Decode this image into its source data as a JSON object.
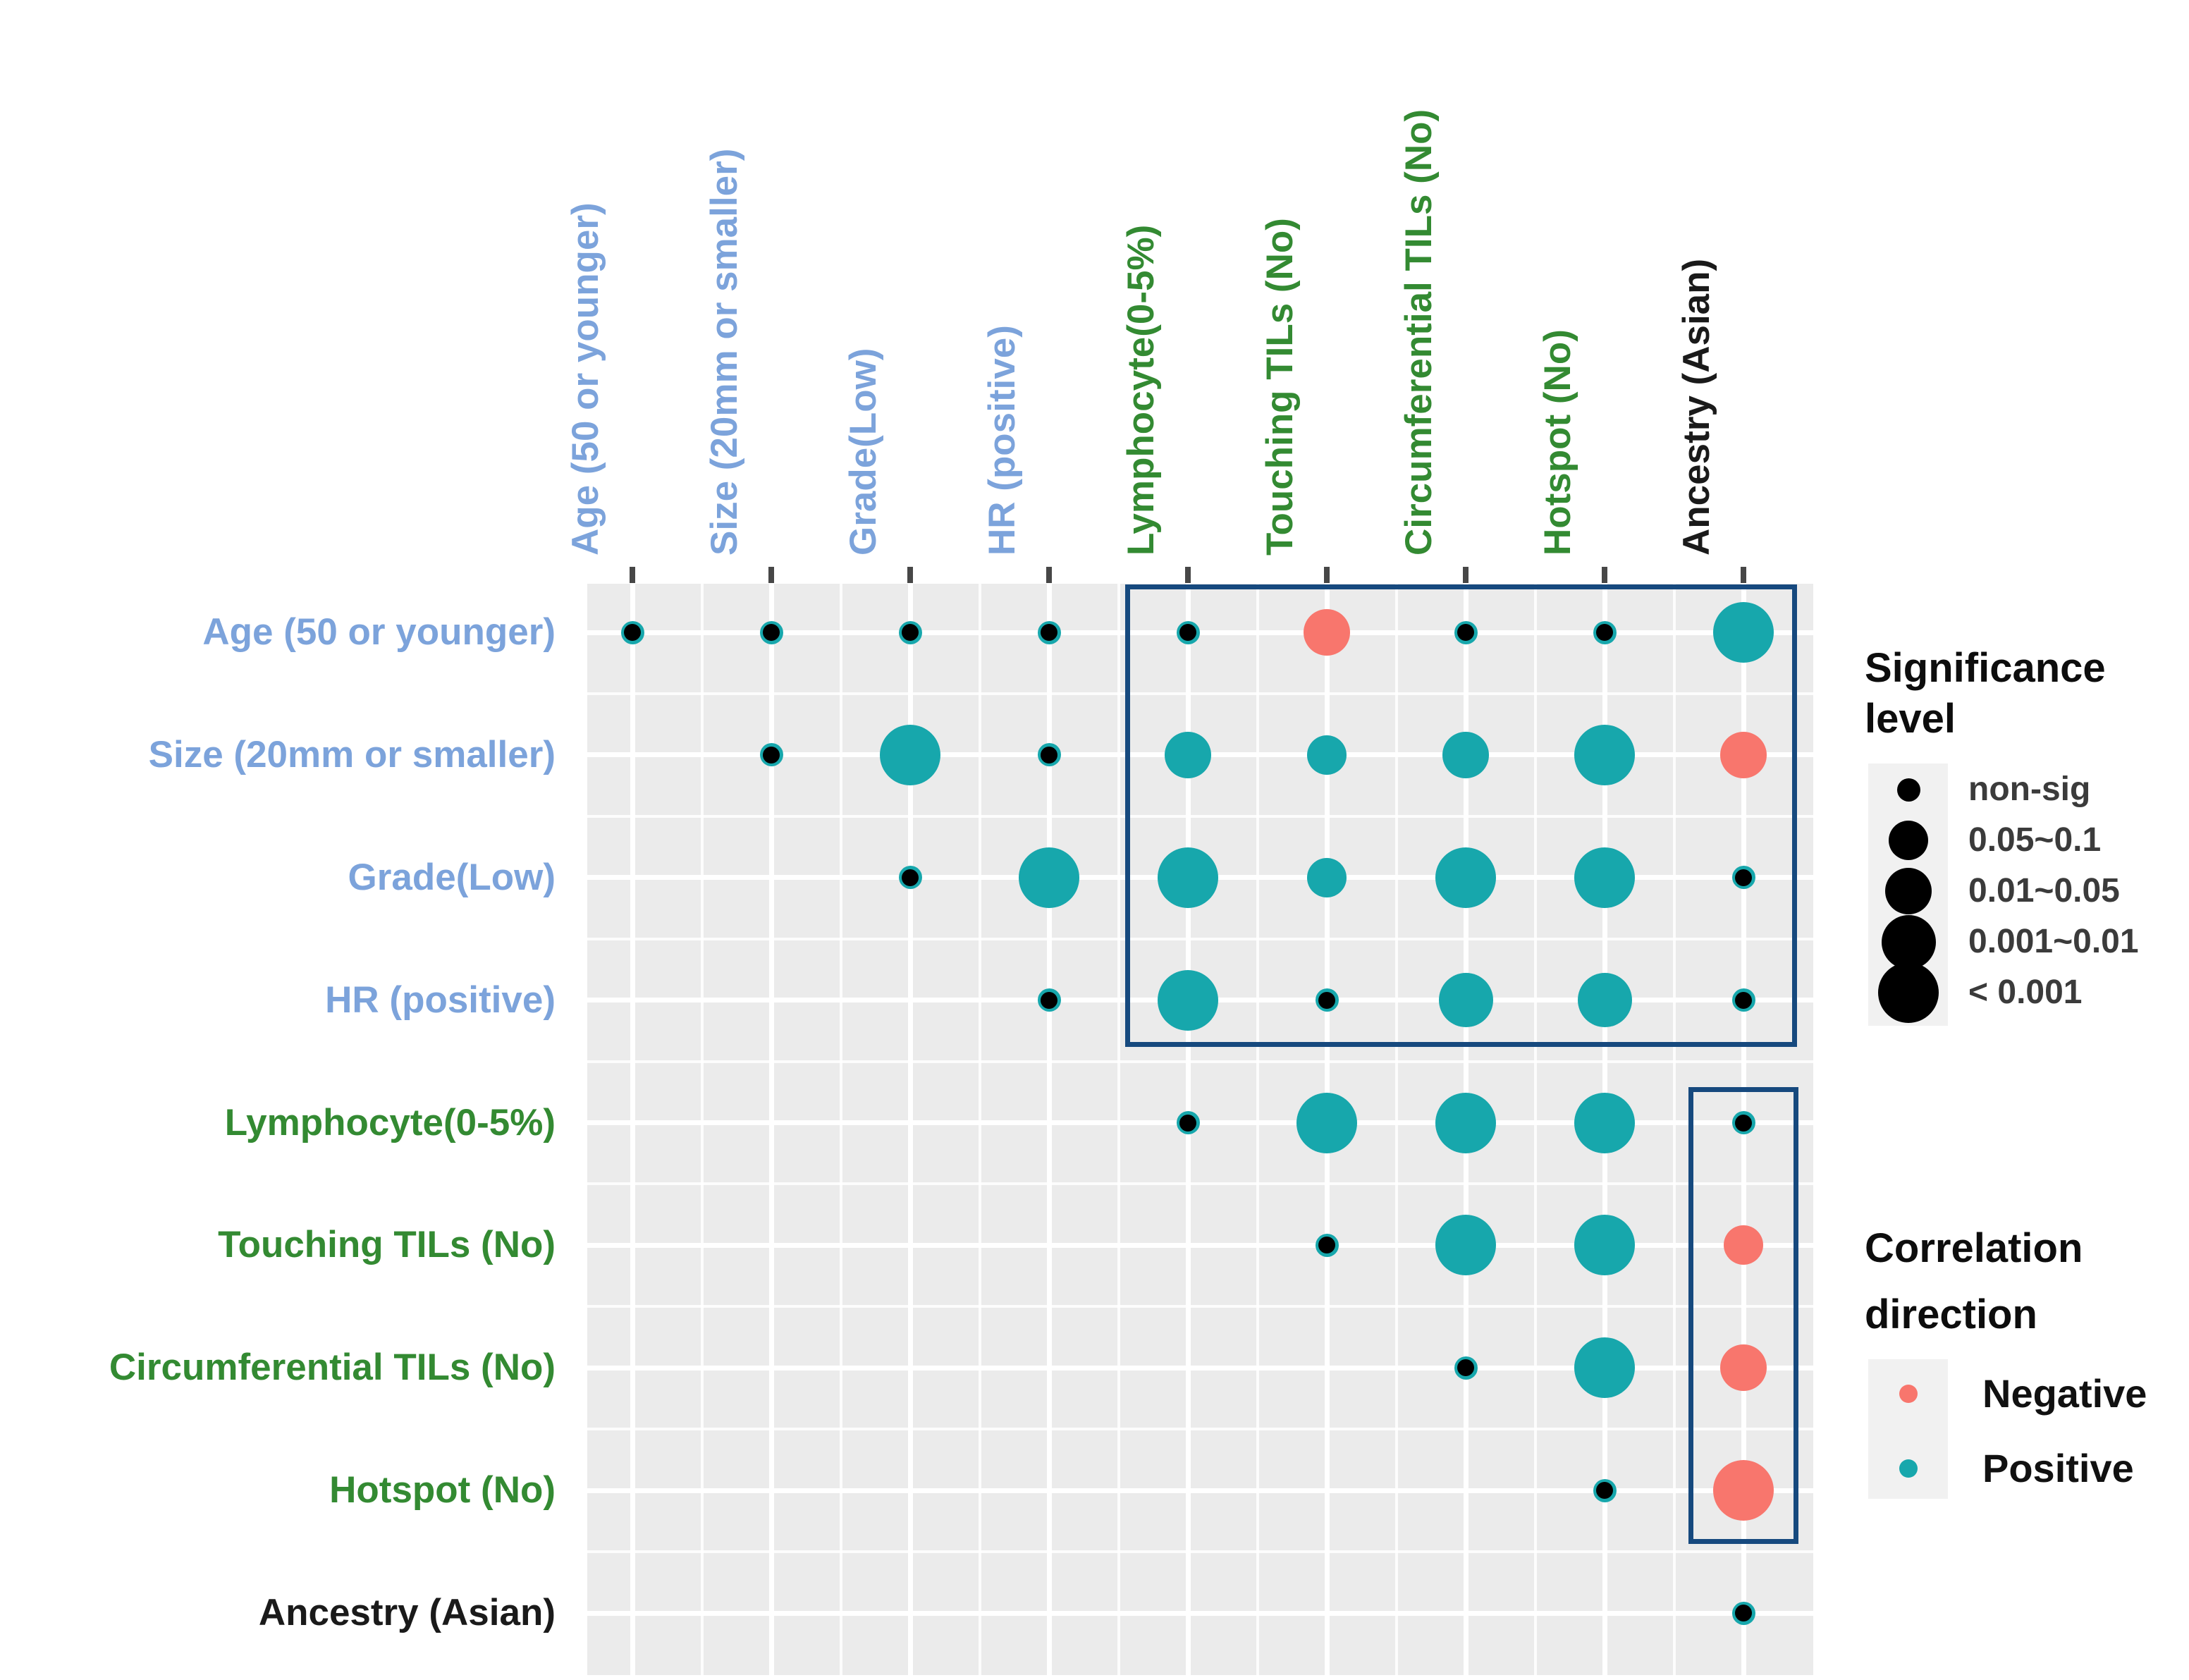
{
  "chart_data": {
    "type": "correlation-matrix",
    "description": "Bubble correlation matrix; dot size encodes significance level, dot color encodes correlation direction",
    "variables": [
      {
        "label": "Age (50 or younger)",
        "group": "clinical"
      },
      {
        "label": "Size (20mm or smaller)",
        "group": "clinical"
      },
      {
        "label": "Grade(Low)",
        "group": "clinical"
      },
      {
        "label": "HR (positive)",
        "group": "clinical"
      },
      {
        "label": "Lymphocyte(0-5%)",
        "group": "pathology"
      },
      {
        "label": "Touching TILs (No)",
        "group": "pathology"
      },
      {
        "label": "Circumferential TILs (No)",
        "group": "pathology"
      },
      {
        "label": "Hotspot (No)",
        "group": "pathology"
      },
      {
        "label": "Ancestry (Asian)",
        "group": "ancestry"
      }
    ],
    "group_colors": {
      "clinical": "#7CA3DB",
      "pathology": "#338A32",
      "ancestry": "#1A1A1A"
    },
    "significance_levels": [
      "non-sig",
      "0.05~0.1",
      "0.01~0.05",
      "0.001~0.01",
      "< 0.001"
    ],
    "cells": [
      {
        "row": 1,
        "col": 1,
        "sig": "non-sig",
        "direction": null
      },
      {
        "row": 1,
        "col": 2,
        "sig": "non-sig",
        "direction": null
      },
      {
        "row": 1,
        "col": 3,
        "sig": "non-sig",
        "direction": null
      },
      {
        "row": 1,
        "col": 4,
        "sig": "non-sig",
        "direction": null
      },
      {
        "row": 1,
        "col": 5,
        "sig": "non-sig",
        "direction": null
      },
      {
        "row": 1,
        "col": 6,
        "sig": "0.01~0.05",
        "direction": "negative"
      },
      {
        "row": 1,
        "col": 7,
        "sig": "non-sig",
        "direction": null
      },
      {
        "row": 1,
        "col": 8,
        "sig": "non-sig",
        "direction": null
      },
      {
        "row": 1,
        "col": 9,
        "sig": "< 0.001",
        "direction": "positive"
      },
      {
        "row": 2,
        "col": 2,
        "sig": "non-sig",
        "direction": null
      },
      {
        "row": 2,
        "col": 3,
        "sig": "< 0.001",
        "direction": "positive"
      },
      {
        "row": 2,
        "col": 4,
        "sig": "non-sig",
        "direction": null
      },
      {
        "row": 2,
        "col": 5,
        "sig": "0.01~0.05",
        "direction": "positive"
      },
      {
        "row": 2,
        "col": 6,
        "sig": "0.05~0.1",
        "direction": "positive"
      },
      {
        "row": 2,
        "col": 7,
        "sig": "0.01~0.05",
        "direction": "positive"
      },
      {
        "row": 2,
        "col": 8,
        "sig": "< 0.001",
        "direction": "positive"
      },
      {
        "row": 2,
        "col": 9,
        "sig": "0.01~0.05",
        "direction": "negative"
      },
      {
        "row": 3,
        "col": 3,
        "sig": "non-sig",
        "direction": null
      },
      {
        "row": 3,
        "col": 4,
        "sig": "< 0.001",
        "direction": "positive"
      },
      {
        "row": 3,
        "col": 5,
        "sig": "< 0.001",
        "direction": "positive"
      },
      {
        "row": 3,
        "col": 6,
        "sig": "0.05~0.1",
        "direction": "positive"
      },
      {
        "row": 3,
        "col": 7,
        "sig": "< 0.001",
        "direction": "positive"
      },
      {
        "row": 3,
        "col": 8,
        "sig": "< 0.001",
        "direction": "positive"
      },
      {
        "row": 3,
        "col": 9,
        "sig": "non-sig",
        "direction": null
      },
      {
        "row": 4,
        "col": 4,
        "sig": "non-sig",
        "direction": null
      },
      {
        "row": 4,
        "col": 5,
        "sig": "< 0.001",
        "direction": "positive"
      },
      {
        "row": 4,
        "col": 6,
        "sig": "non-sig",
        "direction": null
      },
      {
        "row": 4,
        "col": 7,
        "sig": "0.001~0.01",
        "direction": "positive"
      },
      {
        "row": 4,
        "col": 8,
        "sig": "0.001~0.01",
        "direction": "positive"
      },
      {
        "row": 4,
        "col": 9,
        "sig": "non-sig",
        "direction": null
      },
      {
        "row": 5,
        "col": 5,
        "sig": "non-sig",
        "direction": null
      },
      {
        "row": 5,
        "col": 6,
        "sig": "< 0.001",
        "direction": "positive"
      },
      {
        "row": 5,
        "col": 7,
        "sig": "< 0.001",
        "direction": "positive"
      },
      {
        "row": 5,
        "col": 8,
        "sig": "< 0.001",
        "direction": "positive"
      },
      {
        "row": 5,
        "col": 9,
        "sig": "non-sig",
        "direction": null
      },
      {
        "row": 6,
        "col": 6,
        "sig": "non-sig",
        "direction": null
      },
      {
        "row": 6,
        "col": 7,
        "sig": "< 0.001",
        "direction": "positive"
      },
      {
        "row": 6,
        "col": 8,
        "sig": "< 0.001",
        "direction": "positive"
      },
      {
        "row": 6,
        "col": 9,
        "sig": "0.05~0.1",
        "direction": "negative"
      },
      {
        "row": 7,
        "col": 7,
        "sig": "non-sig",
        "direction": null
      },
      {
        "row": 7,
        "col": 8,
        "sig": "< 0.001",
        "direction": "positive"
      },
      {
        "row": 7,
        "col": 9,
        "sig": "0.01~0.05",
        "direction": "negative"
      },
      {
        "row": 8,
        "col": 8,
        "sig": "non-sig",
        "direction": null
      },
      {
        "row": 8,
        "col": 9,
        "sig": "< 0.001",
        "direction": "negative"
      },
      {
        "row": 9,
        "col": 9,
        "sig": "non-sig",
        "direction": null
      }
    ],
    "highlight_boxes": [
      {
        "rows": [
          1,
          4
        ],
        "cols": [
          5,
          9
        ]
      },
      {
        "rows": [
          5,
          8
        ],
        "cols": [
          9,
          9
        ]
      }
    ],
    "grid": "white major lines through cell centers, white minor lines at cell boundaries, gray panel"
  },
  "legend_significance": {
    "title_line1": "Significance",
    "title_line2": "level",
    "items": [
      {
        "sig": "non-sig",
        "label": "non-sig"
      },
      {
        "sig": "0.05~0.1",
        "label": "0.05~0.1"
      },
      {
        "sig": "0.01~0.05",
        "label": "0.01~0.05"
      },
      {
        "sig": "0.001~0.01",
        "label": "0.001~0.01"
      },
      {
        "sig": "< 0.001",
        "label": "< 0.001"
      }
    ]
  },
  "legend_direction": {
    "title_line1": "Correlation",
    "title_line2": "direction",
    "items": [
      {
        "direction": "negative",
        "label": "Negative"
      },
      {
        "direction": "positive",
        "label": "Positive"
      }
    ]
  },
  "colors": {
    "positive": "#17A7AC",
    "negative": "#F8766D",
    "non_sig_core": "#000000",
    "highlight_box": "#16497E",
    "panel_background": "#EBEBEB",
    "tick": "#474747",
    "legend_key_background": "#F1F1F1",
    "legend_item_text": "#3B3B3B",
    "legend_title_text": "#0D0D0D"
  }
}
